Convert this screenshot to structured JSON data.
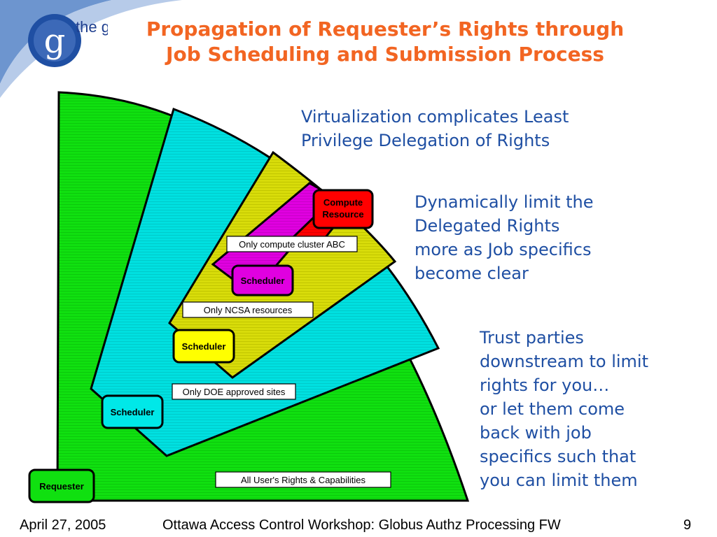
{
  "slide": {
    "title_line1": "Propagation of Requester’s Rights through",
    "title_line2": "Job Scheduling and Submission Process",
    "logo": {
      "mark": "g",
      "text": "the gl"
    }
  },
  "diagram": {
    "nodes": {
      "requester": "Requester",
      "scheduler_doe": "Scheduler",
      "scheduler_ncsa": "Scheduler",
      "scheduler_abc": "Scheduler",
      "compute_resource_line1": "Compute",
      "compute_resource_line2": "Resource"
    },
    "rights_labels": {
      "all_rights": "All User's Rights & Capabilities",
      "doe_sites": "Only DOE approved sites",
      "ncsa": "Only NCSA resources",
      "cluster_abc": "Only compute cluster ABC"
    },
    "colors": {
      "green": "#10e010",
      "cyan": "#00e0e0",
      "yellow": "#d8dc0a",
      "magenta": "#e000e0",
      "red": "#ff0000",
      "scheduler_yellow": "#ffff00"
    }
  },
  "notes": {
    "note1": [
      "Virtualization complicates Least",
      "Privilege Delegation of Rights"
    ],
    "note2": [
      "Dynamically limit the",
      "Delegated Rights",
      "more as Job specifics",
      "become clear"
    ],
    "note3": [
      "Trust parties",
      "downstream to limit",
      "rights for you…",
      "or let them come",
      "back with job",
      "specifics such that",
      "you can limit them"
    ]
  },
  "footer": {
    "date": "April 27, 2005",
    "event": "Ottawa Access Control Workshop: Globus Authz Processing FW",
    "page": "9"
  }
}
